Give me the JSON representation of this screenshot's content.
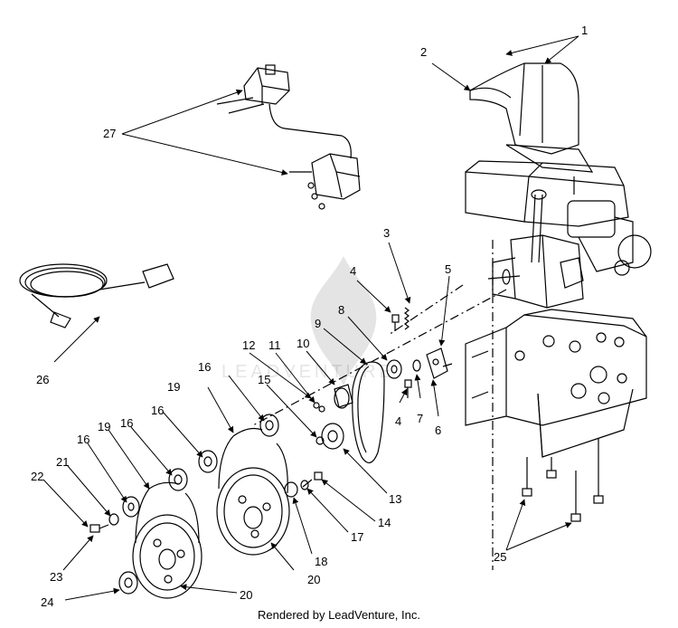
{
  "diagram": {
    "callouts": {
      "c1": "1",
      "c2": "2",
      "c3": "3",
      "c4a": "4",
      "c4b": "4",
      "c5": "5",
      "c6": "6",
      "c7": "7",
      "c8": "8",
      "c9": "9",
      "c10": "10",
      "c11": "11",
      "c12": "12",
      "c13": "13",
      "c14": "14",
      "c15": "15",
      "c16a": "16",
      "c16b": "16",
      "c16c": "16",
      "c16d": "16",
      "c17": "17",
      "c18": "18",
      "c19a": "19",
      "c19b": "19",
      "c20a": "20",
      "c20b": "20",
      "c21": "21",
      "c22": "22",
      "c23": "23",
      "c24": "24",
      "c25": "25",
      "c26": "26",
      "c27": "27"
    }
  },
  "footer": {
    "rendered_by": "Rendered by LeadVenture, Inc."
  },
  "watermark": {
    "text": "LEADVENTURE"
  }
}
